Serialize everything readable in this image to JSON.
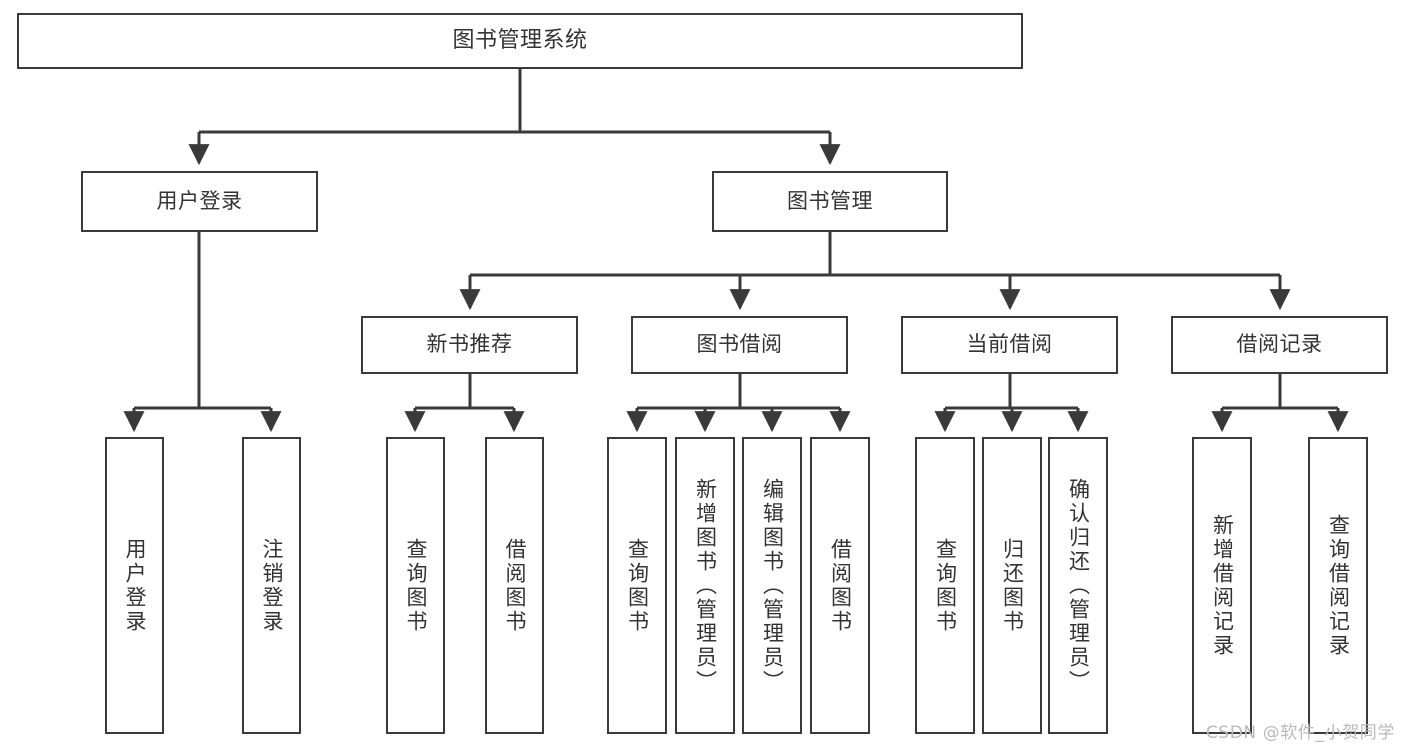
{
  "diagram": {
    "title": "图书管理系统",
    "type": "tree-hierarchy-diagram",
    "colors": {
      "box_border": "#3a3a3a",
      "box_fill": "#ffffff",
      "text": "#333333",
      "edge": "#3a3a3a",
      "watermark": "#b9b9b9"
    },
    "root": {
      "label": "图书管理系统"
    },
    "level2": [
      {
        "label": "用户登录"
      },
      {
        "label": "图书管理"
      }
    ],
    "level3": [
      {
        "label": "新书推荐"
      },
      {
        "label": "图书借阅"
      },
      {
        "label": "当前借阅"
      },
      {
        "label": "借阅记录"
      }
    ],
    "leaves": {
      "user_login": [
        {
          "label": "用户登录"
        },
        {
          "label": "注销登录"
        }
      ],
      "new_book": [
        {
          "label": "查询图书"
        },
        {
          "label": "借阅图书"
        }
      ],
      "book_borrow": [
        {
          "label": "查询图书"
        },
        {
          "label": "新增图书（管理员）"
        },
        {
          "label": "编辑图书（管理员）"
        },
        {
          "label": "借阅图书"
        }
      ],
      "current_borrow": [
        {
          "label": "查询图书"
        },
        {
          "label": "归还图书"
        },
        {
          "label": "确认归还（管理员）"
        }
      ],
      "borrow_record": [
        {
          "label": "新增借阅记录"
        },
        {
          "label": "查询借阅记录"
        }
      ]
    }
  },
  "watermark": {
    "text": "CSDN @软件_小贺同学"
  }
}
